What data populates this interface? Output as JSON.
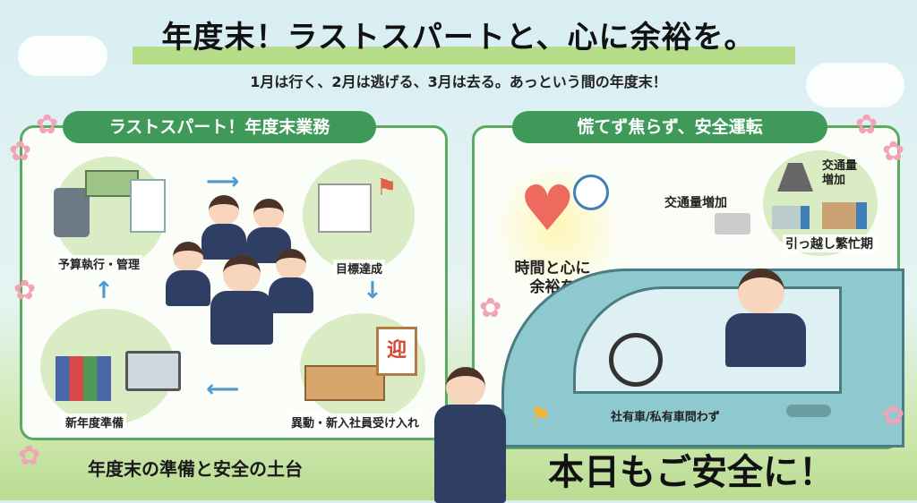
{
  "header": {
    "title": "年度末！ラストスパートと、心に余裕を。",
    "subtitle": "1月は行く、2月は逃げる、3月は去る。あっという間の年度末！"
  },
  "left_panel": {
    "heading": "ラストスパート！年度末業務",
    "items": [
      "予算執行・管理",
      "目標達成",
      "新年度準備",
      "異動・新入社員受け入れ"
    ],
    "sign_char": "迎",
    "footer": "年度末の準備と安全の土台"
  },
  "right_panel": {
    "heading": "慌てず焦らず、安全運転",
    "heart_caption": "時間と心に余裕を",
    "traffic_label": "交通量増加",
    "bubble_top": "交通量増加",
    "bubble_bottom": "引っ越し繁忙期",
    "car_label": "社有車/私有車問わず",
    "footer": "本日もご安全に！"
  },
  "colors": {
    "green": "#3f9a5a",
    "border": "#5aaa62",
    "highlight": "#b5dd8a",
    "blossom": "#f2a3b5"
  }
}
